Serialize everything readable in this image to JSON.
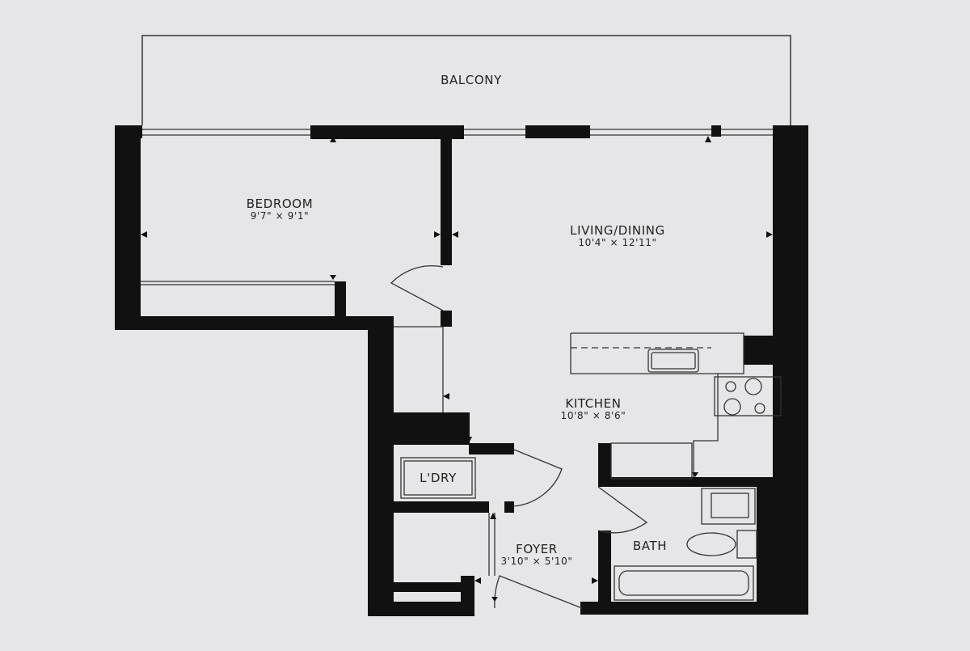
{
  "rooms": {
    "balcony": {
      "name": "BALCONY"
    },
    "bedroom": {
      "name": "BEDROOM",
      "dims": "9'7\" × 9'1\""
    },
    "living_dining": {
      "name": "LIVING/DINING",
      "dims": "10'4\" × 12'11\""
    },
    "kitchen": {
      "name": "KITCHEN",
      "dims": "10'8\" × 8'6\""
    },
    "laundry": {
      "name": "L'DRY"
    },
    "foyer": {
      "name": "FOYER",
      "dims": "3'10\" × 5'10\""
    },
    "bath": {
      "name": "BATH"
    }
  },
  "colors": {
    "paper": "#e6e5e7",
    "wall": "#111111",
    "line": "#333333"
  }
}
